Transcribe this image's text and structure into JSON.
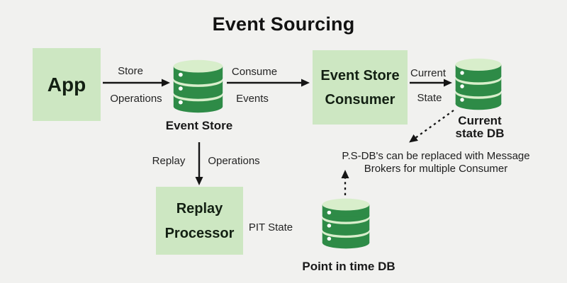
{
  "title": "Event Sourcing",
  "colors": {
    "background": "#f1f1ef",
    "node_fill": "#cde7c2",
    "db_green_dark": "#2e8b47",
    "db_green_light": "#d8eecb",
    "text_dark": "#151515"
  },
  "nodes": {
    "app": {
      "label": "App"
    },
    "event_store_db": {
      "caption": "Event Store"
    },
    "event_store_consumer": {
      "label_line1": "Event Store",
      "label_line2": "Consumer"
    },
    "current_state_db": {
      "caption_line1": "Current",
      "caption_line2": "state DB"
    },
    "replay_processor": {
      "label_line1": "Replay",
      "label_line2": "Processor"
    },
    "point_in_time_db": {
      "caption": "Point in time DB"
    }
  },
  "edges": {
    "app_to_event_store": {
      "label_top": "Store",
      "label_bottom": "Operations"
    },
    "event_store_to_consumer": {
      "label_top": "Consume",
      "label_bottom": "Events"
    },
    "consumer_to_current_db": {
      "label_top": "Current",
      "label_bottom": "State"
    },
    "event_store_to_replay": {
      "label_left": "Replay",
      "label_right": "Operations"
    },
    "replay_to_pit": {
      "label": "PIT State"
    }
  },
  "note": {
    "line1": "P.S-DB's can be replaced with Message",
    "line2": "Brokers for multiple Consumer"
  }
}
